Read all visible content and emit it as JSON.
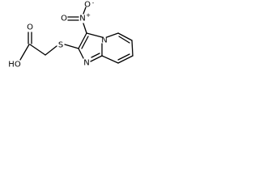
{
  "molecule": {
    "atoms": {
      "nitro_oxygen_top": "O",
      "nitro_nitrogen": "N",
      "nitro_charge_plus": "+",
      "nitro_charge_minus": "-",
      "nitro_oxygen_left": "O",
      "sulfur": "S",
      "acid_oxygen_double": "O",
      "acid_hydroxyl": "HO",
      "ring_nitrogen_bridge": "N",
      "ring_nitrogen_imine": "N"
    }
  }
}
